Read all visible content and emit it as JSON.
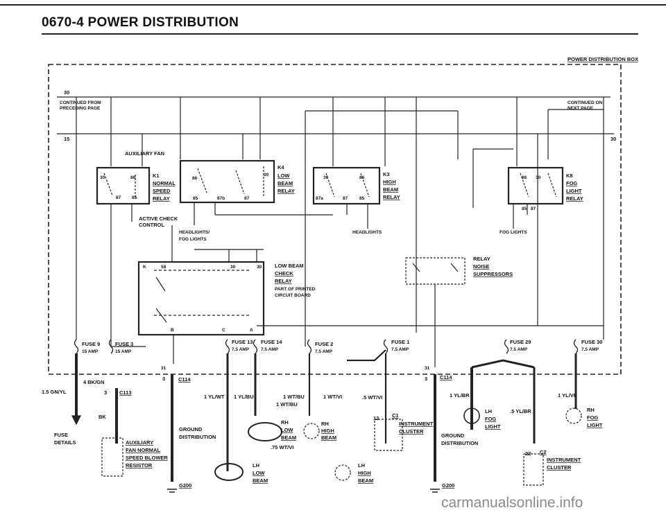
{
  "page": {
    "title": "0670-4  POWER DISTRIBUTION"
  },
  "watermark": "carmanualsonline.info",
  "box": {
    "title": "POWER DISTRIBUTION BOX",
    "terminal_30": "30",
    "terminal_15": "15",
    "terminal_30_right": "30",
    "continued_from": [
      "CONTINUED FROM",
      "PRECEDING PAGE"
    ],
    "continued_on": [
      "CONTINUED ON",
      "NEXT PAGE"
    ]
  },
  "relays": {
    "k1": {
      "id": "K1",
      "lines": [
        "NORMAL",
        "SPEED",
        "RELAY"
      ],
      "pins": [
        "30",
        "86",
        "87",
        "85"
      ]
    },
    "k4": {
      "id": "K4",
      "lines": [
        "LOW",
        "BEAM",
        "RELAY"
      ],
      "pins": [
        "86",
        "30",
        "85",
        "87b",
        "87"
      ]
    },
    "k3": {
      "id": "K3",
      "lines": [
        "HIGH",
        "BEAM",
        "RELAY"
      ],
      "pins": [
        "30",
        "86",
        "87a",
        "87",
        "85"
      ]
    },
    "k8": {
      "id": "K8",
      "lines": [
        "FOG",
        "LIGHT",
        "RELAY"
      ],
      "pins": [
        "86",
        "30",
        "85",
        "87"
      ]
    },
    "check": {
      "lines": [
        "LOW BEAM",
        "CHECK",
        "RELAY"
      ],
      "sub": [
        "PART OF PRINTED",
        "CIRCUIT BOARD"
      ],
      "pins": [
        "K",
        "58",
        "30",
        "30",
        "B",
        "C",
        "A"
      ]
    }
  },
  "labels": {
    "auxiliary_fan": "AUXILIARY FAN",
    "active_check": [
      "ACTIVE CHECK",
      "CONTROL"
    ],
    "headlights_fog": [
      "HEADLIGHTS/",
      "FOG LIGHTS"
    ],
    "headlights": "HEADLIGHTS",
    "fog_lights": "FOG LIGHTS",
    "relay_noise": [
      "RELAY",
      "NOISE",
      "SUPPRESSORS"
    ]
  },
  "fuses": [
    {
      "name": "FUSE 9",
      "rating": "15 AMP"
    },
    {
      "name": "FUSE 3",
      "rating": "15 AMP"
    },
    {
      "name": "FUSE 13",
      "rating": "7.5 AMP"
    },
    {
      "name": "FUSE 14",
      "rating": "7.5 AMP"
    },
    {
      "name": "FUSE 2",
      "rating": "7.5 AMP"
    },
    {
      "name": "FUSE 1",
      "rating": "7.5 AMP"
    },
    {
      "name": "FUSE 29",
      "rating": "7.5 AMP"
    },
    {
      "name": "FUSE 30",
      "rating": "7.5 AMP"
    }
  ],
  "wires": {
    "gn_yl": "1.5 GN/YL",
    "bk_gn": "4 BK/GN",
    "bk": "BK",
    "yl_wt": "1 YL/WT",
    "yl_bu": "1 YL/BU",
    "wt_bu_a": "1 WT/BU",
    "wt_bu_b": "1 WT/BU",
    "wt_vi": "1 WT/VI",
    "wt_vi_5": ".5 WT/VI",
    "wt_vi_75": ".75 WT/VI",
    "yl_br": "1 YL/BR",
    "yl_br_5": ".5 YL/BR",
    "yl_vi": "1 YL/VI"
  },
  "connectors": {
    "c113_pin": "3",
    "c113": "C113",
    "c114_pin": "3",
    "c114": "C114",
    "c114_31": "31",
    "c114b_pin": "3",
    "c114b": "C114",
    "c114b_31": "31",
    "c1_pin": "12",
    "c1": "C1",
    "c2_pin": "22",
    "c2": "C2",
    "g200_left": "G200",
    "g200_right": "G200"
  },
  "components": {
    "fuse_details": [
      "FUSE",
      "DETAILS"
    ],
    "aux_resistor": [
      "AUXILIARY",
      "FAN NORMAL",
      "SPEED BLOWER",
      "RESISTOR"
    ],
    "ground_dist": [
      "GROUND",
      "DISTRIBUTION"
    ],
    "ground_dist_right": [
      "GROUND",
      "DISTRIBUTION"
    ],
    "rh_low_beam": [
      "RH",
      "LOW",
      "BEAM"
    ],
    "rh_high_beam": [
      "RH",
      "HIGH",
      "BEAM"
    ],
    "lh_low_beam": [
      "LH",
      "LOW",
      "BEAM"
    ],
    "lh_high_beam": [
      "LH",
      "HIGH",
      "BEAM"
    ],
    "instrument_cluster": [
      "INSTRUMENT",
      "CLUSTER"
    ],
    "instrument_cluster_2": [
      "INSTRUMENT",
      "CLUSTER"
    ],
    "lh_fog": [
      "LH",
      "FOG",
      "LIGHT"
    ],
    "rh_fog": [
      "RH",
      "FOG",
      "LIGHT"
    ]
  }
}
